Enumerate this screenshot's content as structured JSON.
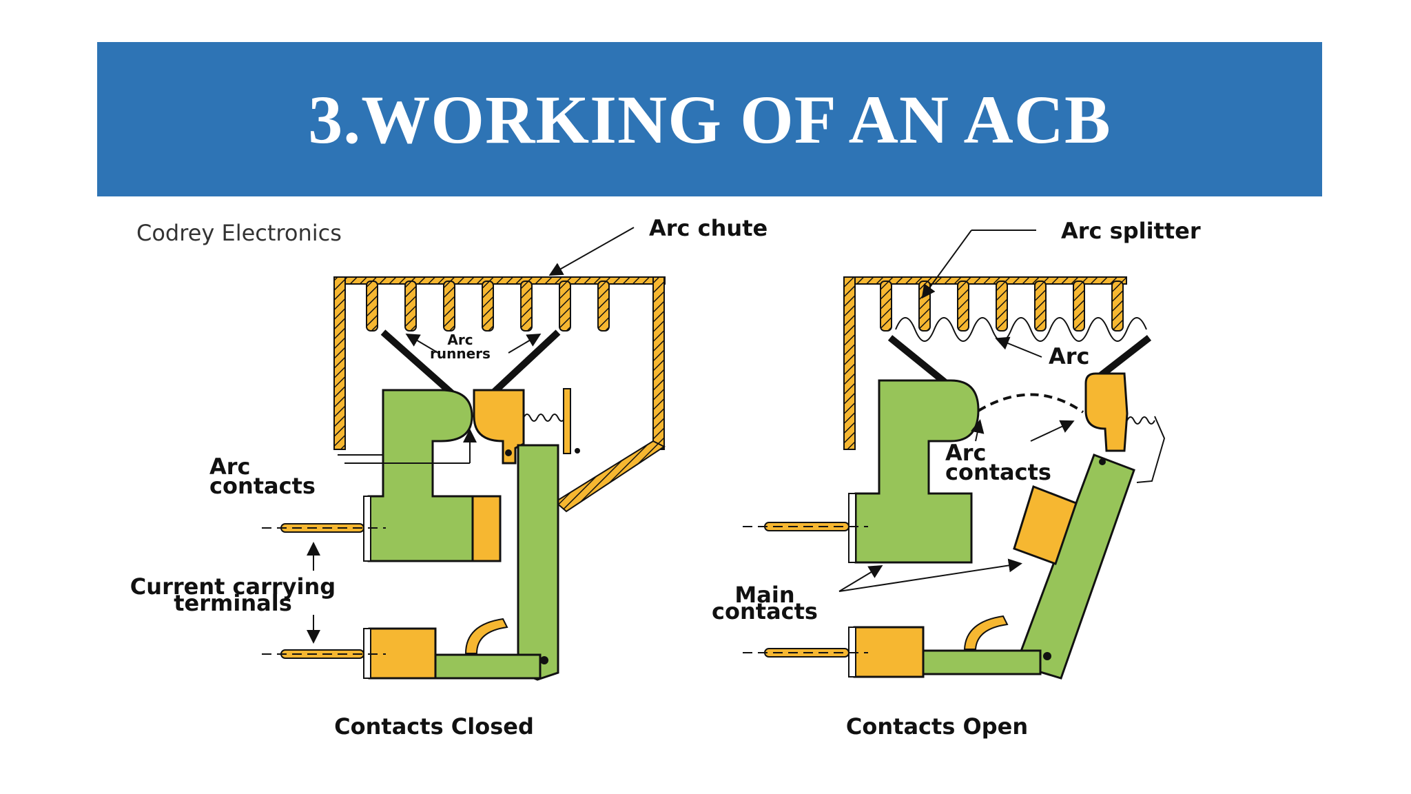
{
  "slide": {
    "title": "3.WORKING OF AN ACB",
    "banner_color": "#2e74b5"
  },
  "diagram": {
    "credit": "Codrey Electronics",
    "colors": {
      "contact_green": "#97c459",
      "contact_orange": "#f6b731",
      "outline": "#111111"
    },
    "closed": {
      "caption": "Contacts Closed",
      "labels": {
        "arc_chute": "Arc chute",
        "arc_runners_1": "Arc",
        "arc_runners_2": "runners",
        "arc_contacts_1": "Arc",
        "arc_contacts_2": "contacts",
        "terminals_1": "Current carrying",
        "terminals_2": "terminals"
      }
    },
    "open": {
      "caption": "Contacts Open",
      "labels": {
        "arc_splitter": "Arc splitter",
        "arc": "Arc",
        "arc_contacts_1": "Arc",
        "arc_contacts_2": "contacts",
        "main_contacts_1": "Main",
        "main_contacts_2": "contacts"
      }
    }
  }
}
